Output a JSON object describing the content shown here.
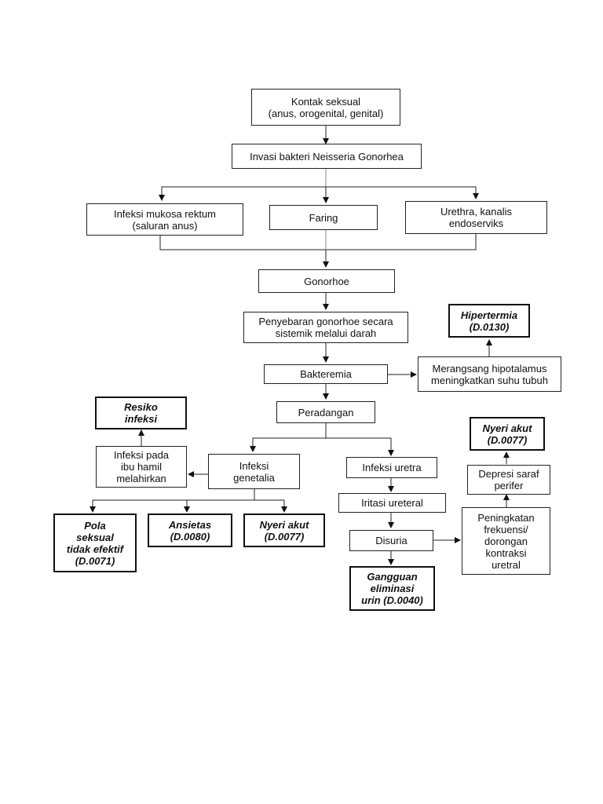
{
  "nodes": {
    "kontak": [
      "Kontak seksual",
      "(anus, orogenital, genital)"
    ],
    "invasi": [
      "Invasi bakteri Neisseria Gonorhea"
    ],
    "rektum": [
      "Infeksi mukosa rektum",
      "(saluran anus)"
    ],
    "faring": [
      "Faring"
    ],
    "urethra": [
      "Urethra, kanalis",
      "endoserviks"
    ],
    "gonorhoe": [
      "Gonorhoe"
    ],
    "penyebaran": [
      "Penyebaran gonorhoe secara",
      "sistemik melalui darah"
    ],
    "hipertermia": [
      "Hipertermia",
      "(D.0130)"
    ],
    "bakteremia": [
      "Bakteremia"
    ],
    "merangsang": [
      "Merangsang hipotalamus",
      "meningkatkan suhu tubuh"
    ],
    "peradangan": [
      "Peradangan"
    ],
    "resiko": [
      "Resiko",
      "infeksi"
    ],
    "nyeri_top": [
      "Nyeri akut",
      "(D.0077)"
    ],
    "infeksi_hamil": [
      "Infeksi pada",
      "ibu hamil",
      "melahirkan"
    ],
    "genetalia": [
      "Infeksi",
      "genetalia"
    ],
    "uretra": [
      "Infeksi uretra"
    ],
    "depresi": [
      "Depresi saraf",
      "perifer"
    ],
    "iritasi": [
      "Iritasi ureteral"
    ],
    "pola": [
      "Pola",
      "seksual",
      "tidak efektif",
      "(D.0071)"
    ],
    "ansietas": [
      "Ansietas",
      "(D.0080)"
    ],
    "nyeri_left": [
      "Nyeri akut",
      "(D.0077)"
    ],
    "peningkatan": [
      "Peningkatan",
      "frekuensi/",
      "dorongan",
      "kontraksi",
      "uretral"
    ],
    "disuria": [
      "Disuria"
    ],
    "gangguan": [
      "Gangguan",
      "eliminasi",
      "urin (D.0040)"
    ]
  },
  "colors": {
    "line": "#222222",
    "connector_light": "#888888",
    "background": "#ffffff"
  }
}
